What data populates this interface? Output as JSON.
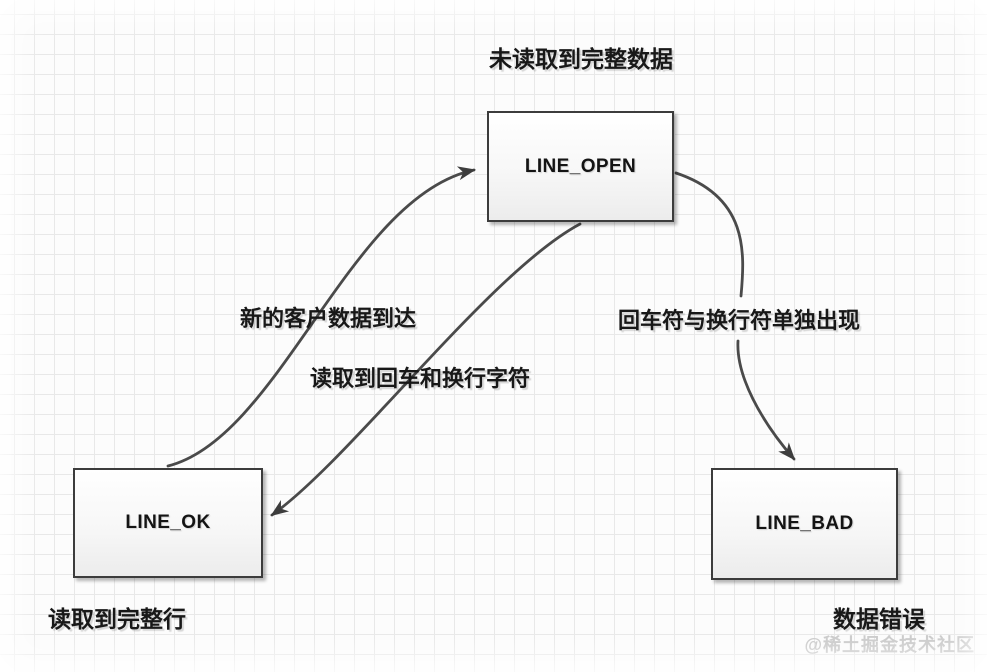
{
  "diagram": {
    "type": "state-machine",
    "states": [
      {
        "name": "LINE_OPEN",
        "note": "未读取到完整数据"
      },
      {
        "name": "LINE_OK",
        "note": "读取到完整行"
      },
      {
        "name": "LINE_BAD",
        "note": "数据错误"
      }
    ],
    "transitions": [
      {
        "from": "LINE_OK",
        "to": "LINE_OPEN",
        "label": "新的客户数据到达"
      },
      {
        "from": "LINE_OPEN",
        "to": "LINE_OK",
        "label": "读取到回车和换行字符"
      },
      {
        "from": "LINE_OPEN",
        "to": "LINE_BAD",
        "label": "回车符与换行符单独出现"
      }
    ],
    "watermark": "@稀土掘金技术社区",
    "colors": {
      "arrow": "#4a4a4a",
      "arrowhead": "#3d3d3d",
      "box_border": "#3c3c3c",
      "grid_line": "#e8e8e8",
      "watermark": "#c9c9c9"
    }
  }
}
